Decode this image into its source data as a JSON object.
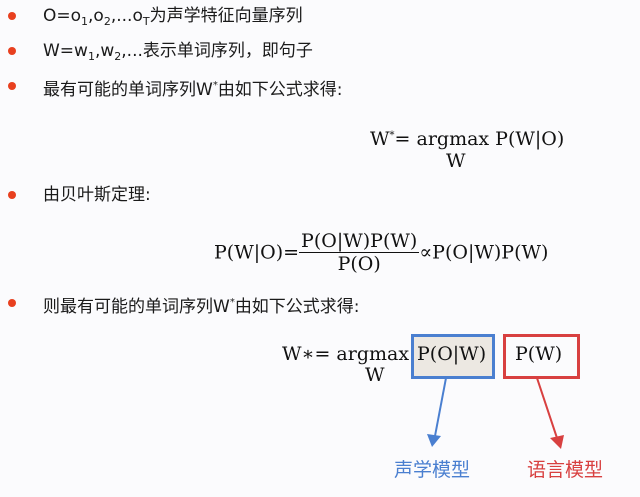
{
  "bullets": [
    {
      "prefix": "O=o",
      "s1": "1",
      "m1": ",o",
      "s2": "2",
      "m2": ",...o",
      "s3": "T",
      "suffix": "为声学特征向量序列"
    },
    {
      "prefix": "W=w",
      "s1": "1",
      "m1": ",w",
      "s2": "2",
      "suffix": ",...表示单词序列，即句子"
    },
    {
      "prefix": "最有可能的单词序列W",
      "sup": "*",
      "suffix": "由如下公式求得:"
    },
    {
      "text": "由贝叶斯定理:"
    },
    {
      "prefix": "则最有可能的单词序列W",
      "sup": "*",
      "suffix": "由如下公式求得:"
    }
  ],
  "formula1": {
    "lhs": "W",
    "sup": "*",
    "eq": "= argmax P(W|O)",
    "under": "W"
  },
  "formula2": {
    "lhs": "P(W|O)=",
    "num": "P(O|W)P(W)",
    "den": "P(O)",
    "rhs": "∝P(O|W)P(W)"
  },
  "formula3": {
    "lhs": "W∗= argmax",
    "under": "W",
    "term1": "P(O|W)",
    "term2": "P(W)"
  },
  "labels": {
    "acoustic": "声学模型",
    "language": "语言模型"
  },
  "colors": {
    "bullet": "#e8401f",
    "blue": "#4a7fd0",
    "red": "#d84040"
  }
}
